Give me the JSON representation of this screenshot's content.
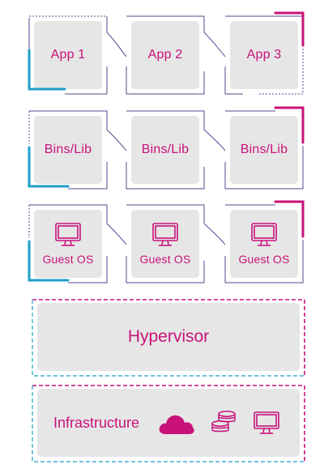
{
  "colors": {
    "accent": "#c8127a",
    "blue": "#1e9fc9",
    "line": "#4a4e8c",
    "card": "#e6e6e6"
  },
  "layers": [
    {
      "id": "apps",
      "cells": [
        {
          "label": "App 1"
        },
        {
          "label": "App 2"
        },
        {
          "label": "App 3"
        }
      ]
    },
    {
      "id": "bins",
      "cells": [
        {
          "label": "Bins/Lib"
        },
        {
          "label": "Bins/Lib"
        },
        {
          "label": "Bins/Lib"
        }
      ]
    },
    {
      "id": "guest-os",
      "cells": [
        {
          "label": "Guest OS",
          "icon": "monitor-icon"
        },
        {
          "label": "Guest OS",
          "icon": "monitor-icon"
        },
        {
          "label": "Guest OS",
          "icon": "monitor-icon"
        }
      ]
    }
  ],
  "hypervisor": {
    "label": "Hypervisor"
  },
  "infrastructure": {
    "label": "Infrastructure",
    "icons": [
      "cloud-icon",
      "database-icon",
      "monitor-icon"
    ]
  }
}
